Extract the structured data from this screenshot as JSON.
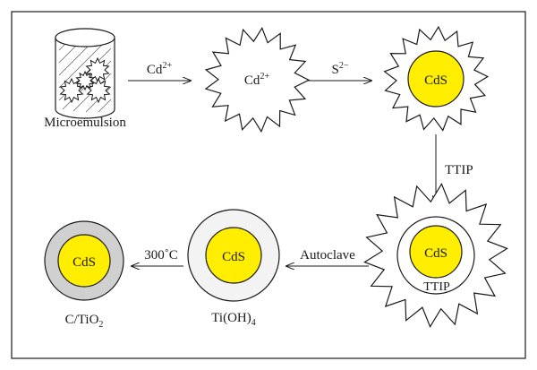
{
  "figure": {
    "microemulsion_label": "Microemulsion",
    "step1": {
      "base": "Cd",
      "sup": "2+"
    },
    "droplet_cd": {
      "base": "Cd",
      "sup": "2+"
    },
    "step2": {
      "base": "S",
      "sup": "2−"
    },
    "cds_core": "CdS",
    "step3": "TTIP",
    "ttip_shell_label": "TTIP",
    "step4": "Autoclave",
    "tioh_label": {
      "base": "Ti(OH)",
      "sub": "4"
    },
    "step5": "300˚C",
    "final_label": {
      "base": "C/TiO",
      "sub": "2"
    }
  },
  "colors": {
    "core_fill": "#ffee00",
    "gray_shell": "#d0d0d0",
    "light_shell": "#f3f3f3",
    "stroke": "#1a1a1a"
  }
}
